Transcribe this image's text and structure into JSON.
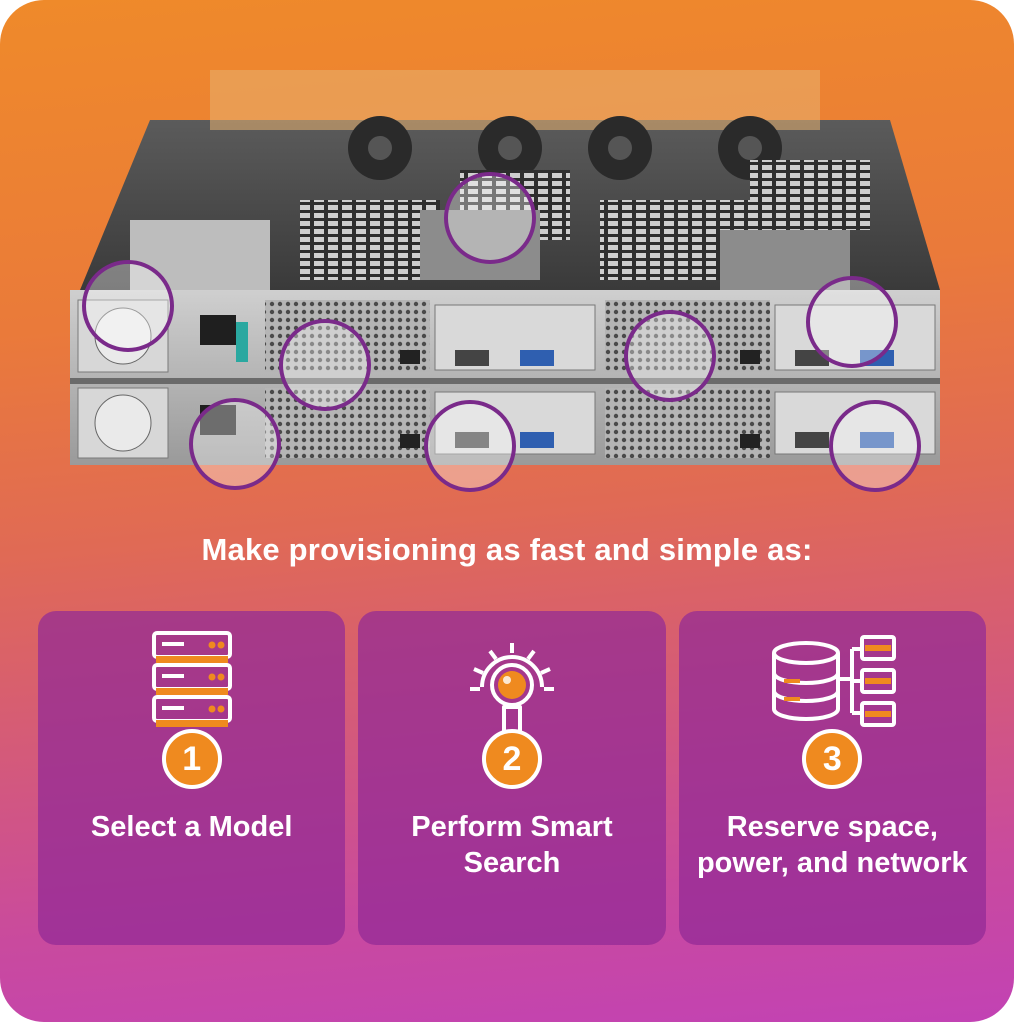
{
  "headline": "Make provisioning as fast and simple as:",
  "steps": [
    {
      "number": "1",
      "label": "Select a Model",
      "icon": "server-rack-icon"
    },
    {
      "number": "2",
      "label": "Perform Smart Search",
      "icon": "smart-search-gear-icon"
    },
    {
      "number": "3",
      "label": "Reserve space, power, and network",
      "icon": "database-network-icon"
    }
  ],
  "colors": {
    "accent_orange": "#ef8a1f",
    "card_purple": "#922a96",
    "highlight_circle": "#7a2a8a"
  }
}
